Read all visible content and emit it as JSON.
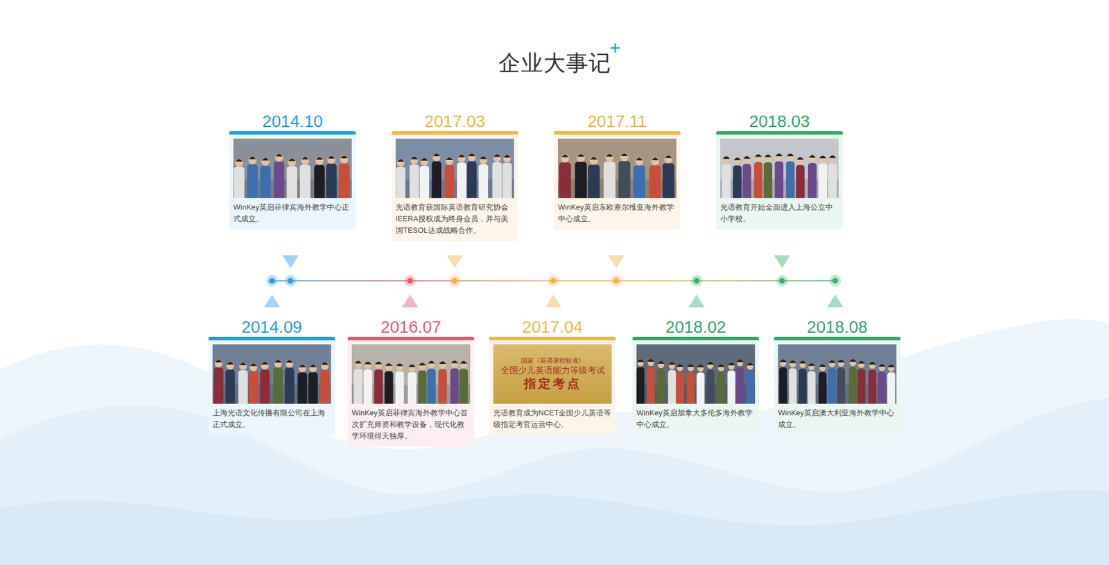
{
  "diagram": {
    "title": "企业大事记",
    "nodes": [
      {
        "text": [
          "2014.09",
          "上海光语文化传播有限公司在上海正式成立。"
        ]
      },
      {
        "text": [
          "2014.10",
          "WinKey英启菲律宾海外教学中心正式成立。"
        ]
      },
      {
        "text": [
          "2016.07",
          "WinKey英启菲律宾海外教学中心首次扩充师资和教学设备，现代化教学环境得天独厚。"
        ]
      },
      {
        "text": [
          "2017.03",
          "光语教育获国际英语教育研究协会IEERA授权成为终身会员，并与美国TESOL达成战略合作。"
        ]
      },
      {
        "text": [
          "2017.04",
          "光语教育成为NCET全国少儿英语等级指定考官运营中心。"
        ]
      },
      {
        "text": [
          "2017.11",
          "WinKey英启东欧塞尔维亚海外教学中心成立。"
        ]
      },
      {
        "text": [
          "2018.02",
          "WinKey英启加拿大多伦多海外教学中心成立。"
        ]
      },
      {
        "text": [
          "2018.03",
          "光语教育开始全面进入上海公立中小学校。"
        ]
      },
      {
        "text": [
          "2018.08",
          "WinKey英启澳大利亚海外教学中心成立。"
        ]
      }
    ],
    "labels": [
      "国家《英语课程标准》",
      "全国少儿英语能力等级考试",
      "指定考点"
    ]
  }
}
